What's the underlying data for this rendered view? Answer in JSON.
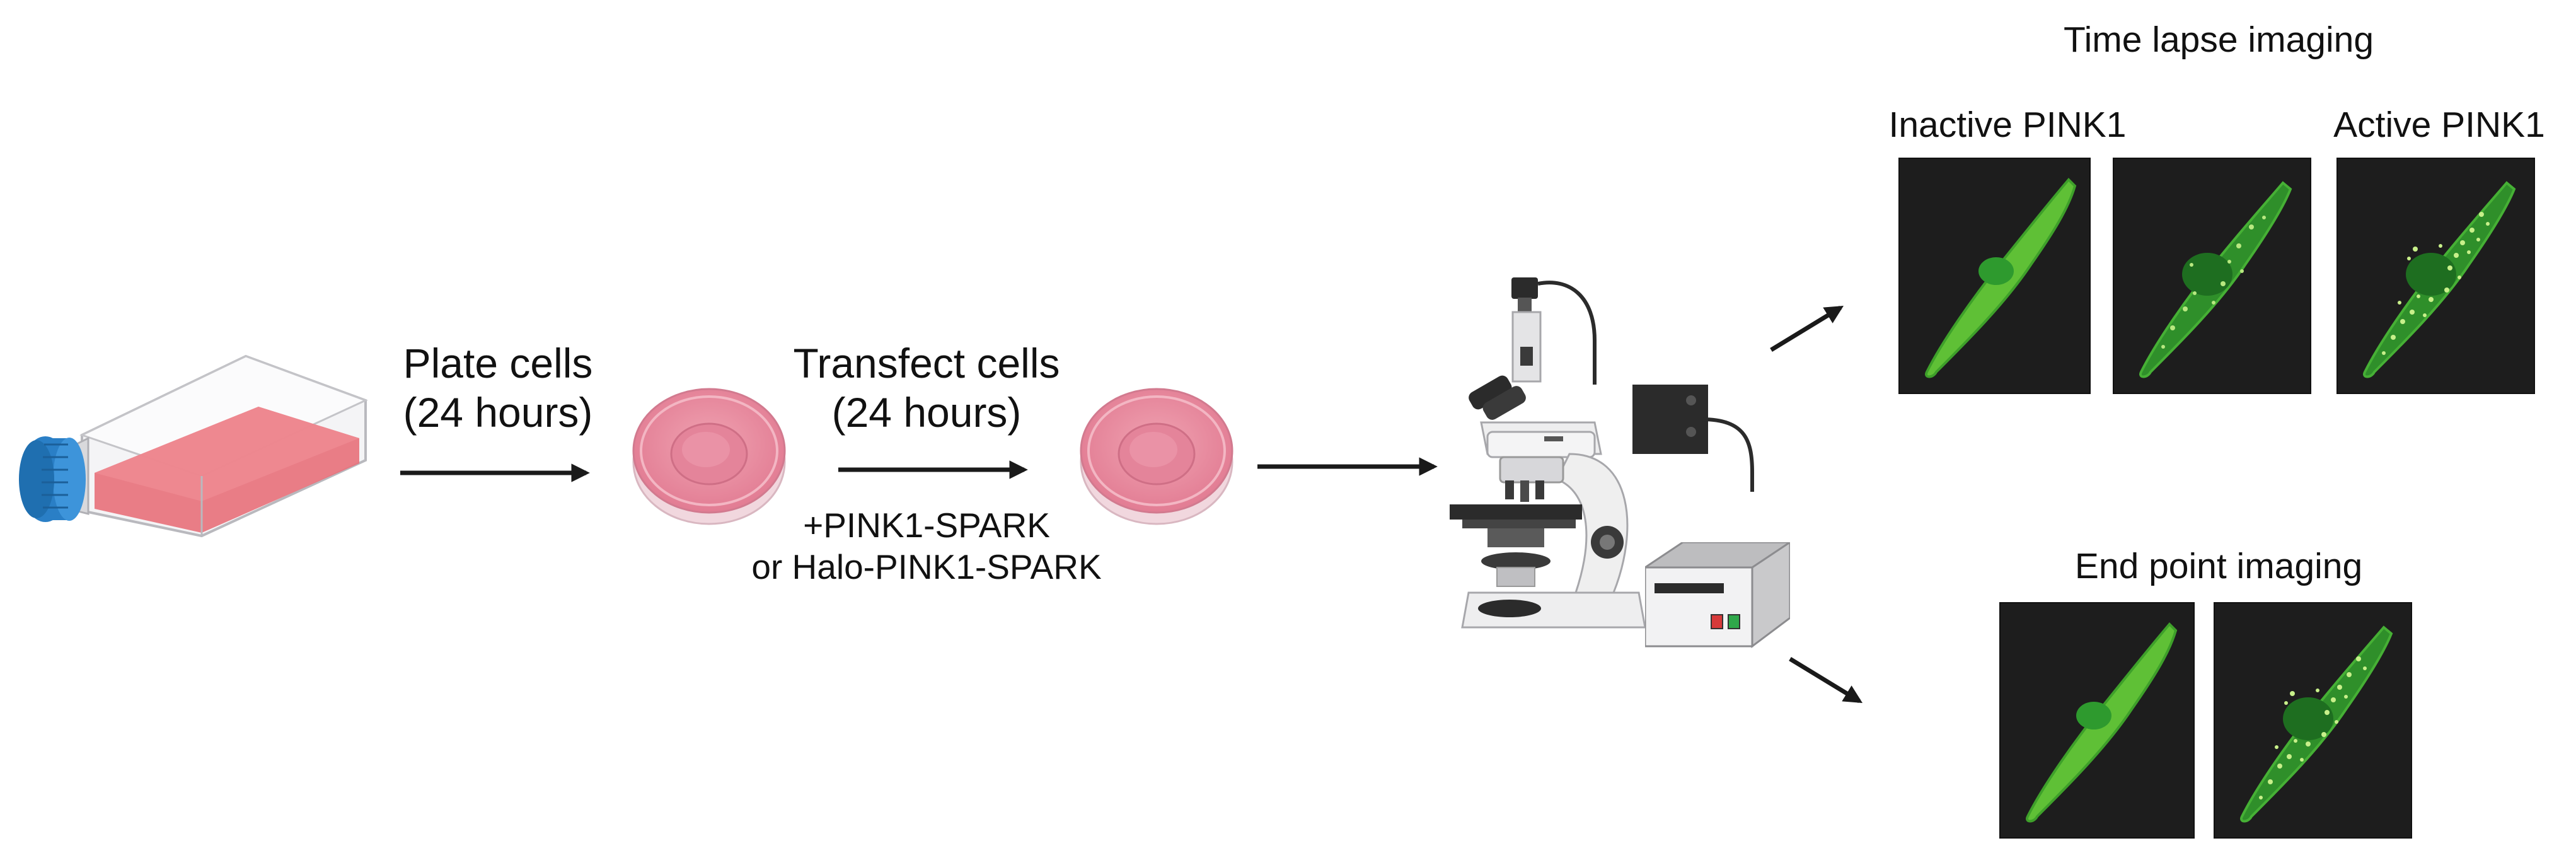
{
  "steps": {
    "plate": {
      "line1": "Plate cells",
      "line2": "(24 hours)"
    },
    "transfect": {
      "line1": "Transfect cells",
      "line2": "(24 hours)"
    },
    "constructs": {
      "line1": "+PINK1-SPARK",
      "line2": "or Halo-PINK1-SPARK"
    }
  },
  "imaging": {
    "time_lapse": {
      "title": "Time lapse imaging",
      "inactive_label": "Inactive PINK1",
      "active_label": "Active PINK1"
    },
    "end_point": {
      "title": "End point imaging"
    }
  },
  "colors": {
    "medium": "#e8707a",
    "dish_medium": "#e98a9c",
    "cap": "#2a7fc6",
    "cell_bright": "#62c43a",
    "cell_dim": "#2f8f2a",
    "puncta": "#c8f08a",
    "panel_bg": "#1d1d1d",
    "arrow": "#1a1a1a"
  },
  "icons": [
    "culture-flask-icon",
    "petri-dish-icon",
    "microscope-icon",
    "light-source-icon"
  ]
}
